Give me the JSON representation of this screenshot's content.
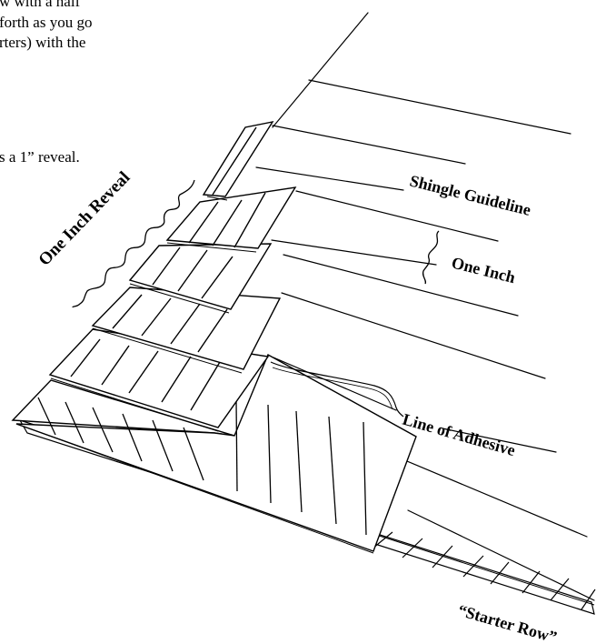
{
  "instructions": {
    "line1": "w with a half",
    "line2": "forth as you go",
    "line3": "rters) with the",
    "line4": "s a 1” reveal."
  },
  "labels": {
    "shingle_guideline": "Shingle Guideline",
    "one_inch": "One Inch",
    "one_inch_reveal": "One Inch Reveal",
    "line_of_adhesive": "Line of Adhesive",
    "starter_row": "“Starter Row”"
  },
  "colors": {
    "ink": "#000000",
    "shingle_fill": "#ffffff",
    "background": "#ffffff"
  }
}
